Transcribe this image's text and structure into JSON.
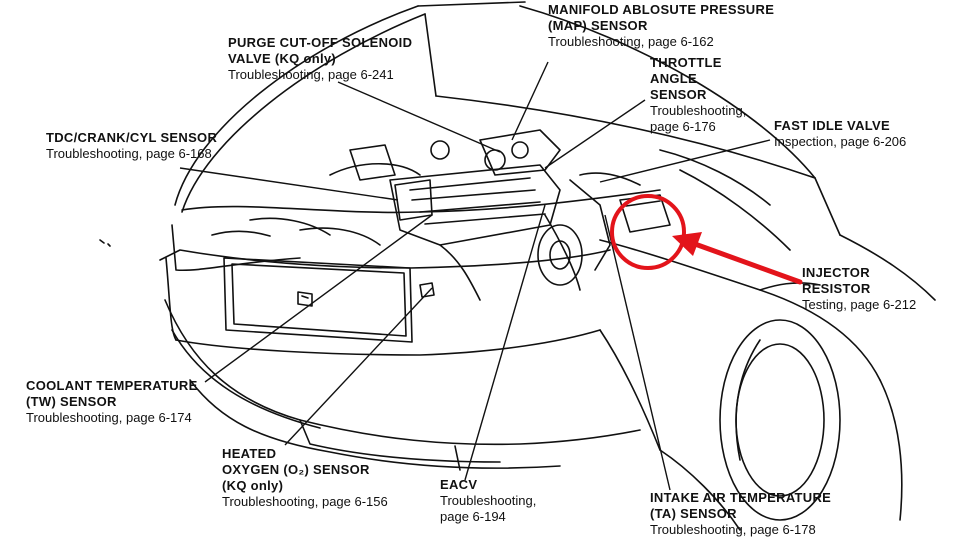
{
  "labels": {
    "purge": {
      "l1": "PURGE CUT-OFF SOLENOID",
      "l2": "VALVE (KQ only)",
      "sub": "Troubleshooting, page 6-241"
    },
    "map": {
      "l1": "MANIFOLD ABLOSUTE PRESSURE",
      "l2": "(MAP) SENSOR",
      "sub": "Troubleshooting, page 6-162"
    },
    "throttle": {
      "l1": "THROTTLE",
      "l2": "ANGLE",
      "l3": "SENSOR",
      "sub1": "Troubleshooting,",
      "sub2": "page 6-176"
    },
    "fastidle": {
      "l1": "FAST IDLE VALVE",
      "sub": "Inspection, page 6-206"
    },
    "tdc": {
      "l1": "TDC/CRANK/CYL SENSOR",
      "sub": "Troubleshooting, page 6-168"
    },
    "injector": {
      "l1": "INJECTOR",
      "l2": "RESISTOR",
      "sub": "Testing, page 6-212"
    },
    "coolant": {
      "l1": "COOLANT TEMPERATURE",
      "l2": "(TW) SENSOR",
      "sub": "Troubleshooting, page 6-174"
    },
    "oxygen": {
      "l1": "HEATED",
      "l2": "OXYGEN (O₂) SENSOR",
      "l3": "(KQ only)",
      "sub": "Troubleshooting, page 6-156"
    },
    "eacv": {
      "l1": "EACV",
      "sub1": "Troubleshooting,",
      "sub2": "page 6-194"
    },
    "iat": {
      "l1": "INTAKE AIR TEMPERATURE",
      "l2": "(TA) SENSOR",
      "sub": "Troubleshooting, page 6-178"
    }
  },
  "colors": {
    "highlight": "#e3141b",
    "ink": "#111111"
  }
}
